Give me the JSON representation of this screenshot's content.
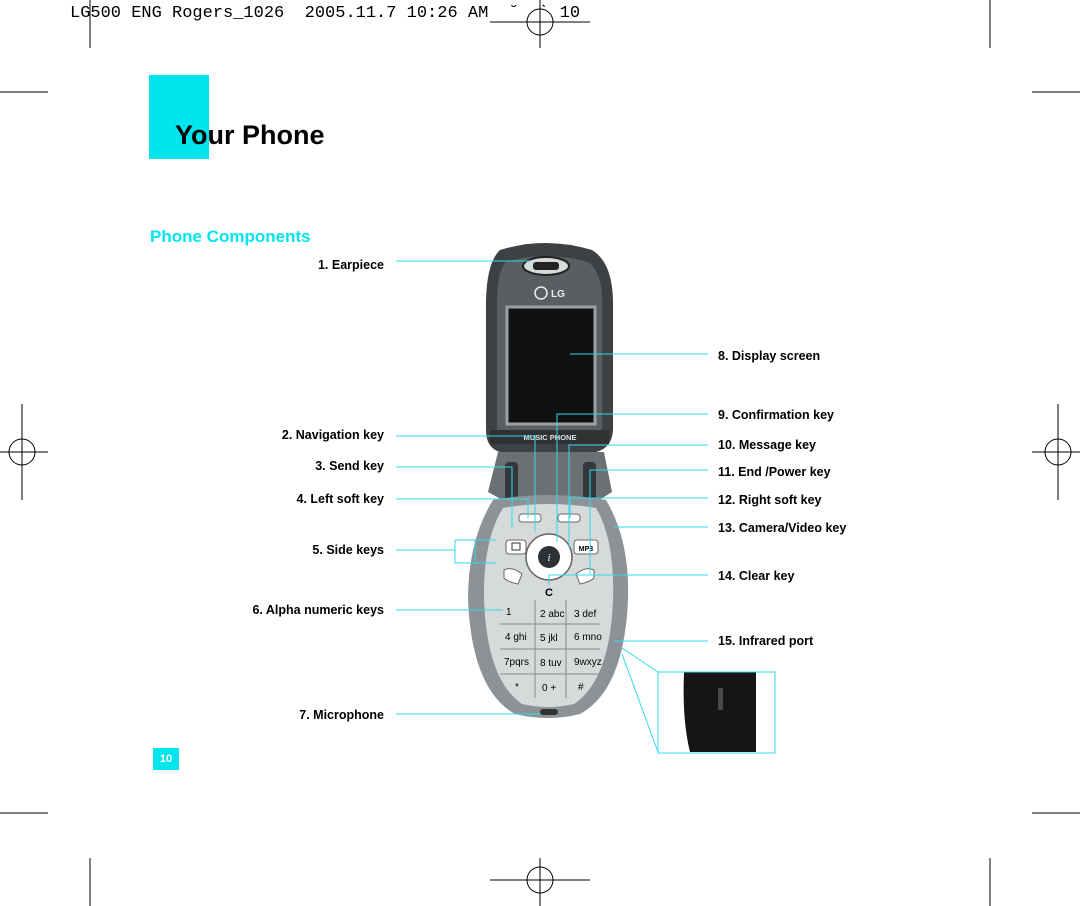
{
  "header": {
    "line": "LG500 ENG Rogers_1026  2005.11.7 10:26 AM  ˘  ˋ 10"
  },
  "page": {
    "title": "Your Phone",
    "section_title": "Phone Components",
    "page_number": "10"
  },
  "colors": {
    "accent": "#00e5ee",
    "leader": "#33d8e8",
    "phone_dark": "#3e4143",
    "phone_mid": "#8d9296",
    "phone_light": "#d7dadb"
  },
  "components_left": [
    {
      "label": "1. Earpiece"
    },
    {
      "label": "2. Navigation key"
    },
    {
      "label": "3. Send key"
    },
    {
      "label": "4. Left soft key"
    },
    {
      "label": "5. Side keys"
    },
    {
      "label": "6. Alpha numeric keys"
    },
    {
      "label": "7. Microphone"
    }
  ],
  "components_right": [
    {
      "label": "8. Display screen"
    },
    {
      "label": "9. Confirmation key"
    },
    {
      "label": "10. Message key"
    },
    {
      "label": "11. End /Power key"
    },
    {
      "label": "12. Right soft key"
    },
    {
      "label": "13. Camera/Video key"
    },
    {
      "label": "14. Clear key"
    },
    {
      "label": "15. Infrared port"
    }
  ],
  "phone": {
    "brand": "LG",
    "band_text": "MUSIC PHONE",
    "keypad": [
      [
        "1",
        "2 abc",
        "3 def"
      ],
      [
        "4 ghi",
        "5 jkl",
        "6 mno"
      ],
      [
        "7pqrs",
        "8 tuv",
        "9wxyz"
      ],
      [
        "*",
        "0 +",
        "#"
      ]
    ],
    "mp3_label": "MP3",
    "clear_label": "C"
  }
}
